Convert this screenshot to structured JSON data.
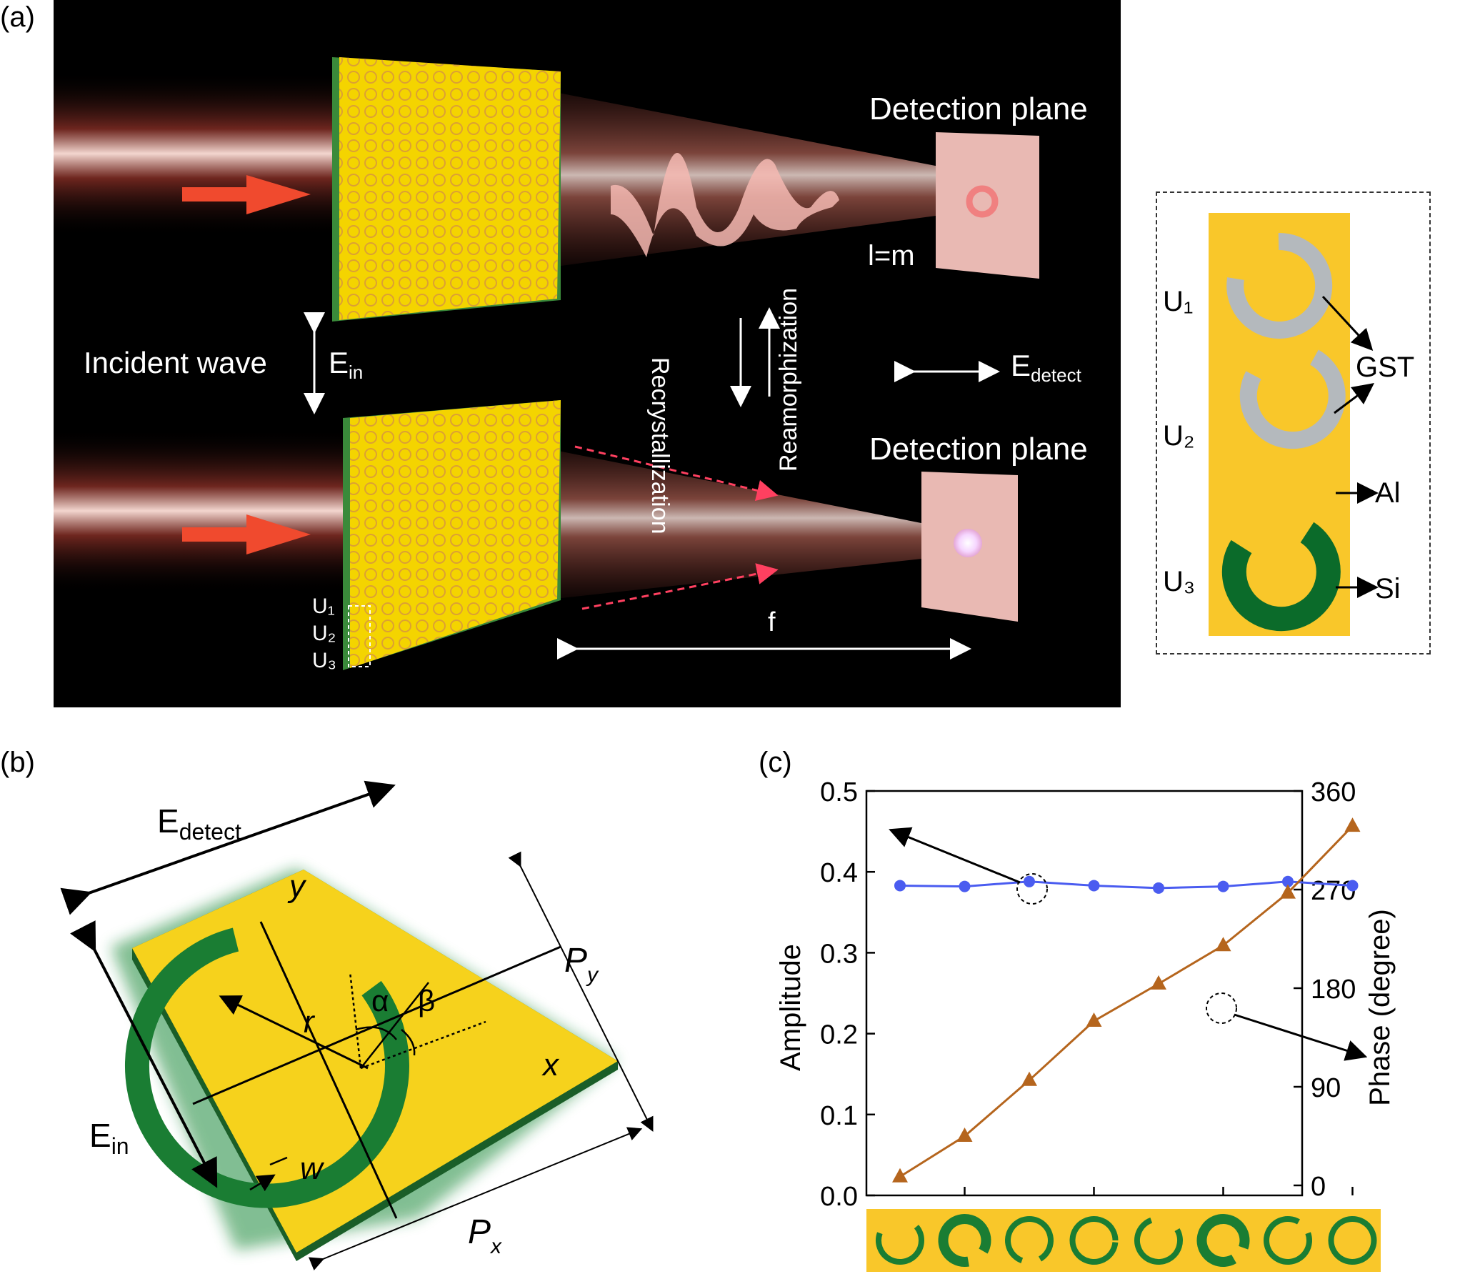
{
  "panel_labels": {
    "a": "(a)",
    "b": "(b)",
    "c": "(c)"
  },
  "panel_a": {
    "detection_plane_top": "Detection plane",
    "detection_plane_bottom": "Detection plane",
    "l_equals_m": "l=m",
    "incident_wave": "Incident wave",
    "e_in_main": "E",
    "e_in_sub": "in",
    "e_detect_main": "E",
    "e_detect_sub": "detect",
    "recrystallization": "Recrystallization",
    "reamorphization": "Reamorphization",
    "focal_length": "f",
    "unit_labels": [
      "U₁",
      "U₂",
      "U₃"
    ]
  },
  "legend": {
    "units": [
      "U₁",
      "U₂",
      "U₃"
    ],
    "materials": [
      "GST",
      "Al",
      "Si"
    ]
  },
  "panel_b": {
    "e_detect_main": "E",
    "e_detect_sub": "detect",
    "e_in_main": "E",
    "e_in_sub": "in",
    "axis_x": "x",
    "axis_y": "y",
    "alpha": "α",
    "beta": "β",
    "radius": "r",
    "width": "w",
    "px_main": "P",
    "px_sub": "x",
    "py_main": "P",
    "py_sub": "y"
  },
  "chart_data": {
    "type": "line",
    "xlabel": "",
    "ylabel": "Amplitude",
    "y2label": "Phase (degree)",
    "x": [
      1,
      2,
      3,
      4,
      5,
      6,
      7,
      8
    ],
    "ylim": [
      0.0,
      0.5
    ],
    "yticks": [
      "0.0",
      "0.1",
      "0.2",
      "0.3",
      "0.4",
      "0.5"
    ],
    "y2lim": [
      0,
      360
    ],
    "y2ticks": [
      "0",
      "90",
      "180",
      "270",
      "360"
    ],
    "series": [
      {
        "axis": "left",
        "marker": "circle",
        "color": "#4a5cf0",
        "values": [
          0.383,
          0.382,
          0.388,
          0.383,
          0.38,
          0.382,
          0.388,
          0.383
        ]
      },
      {
        "axis": "right",
        "marker": "triangle",
        "color": "#b5651d",
        "values": [
          8,
          45,
          96,
          150,
          184,
          219,
          267,
          328
        ]
      }
    ]
  }
}
